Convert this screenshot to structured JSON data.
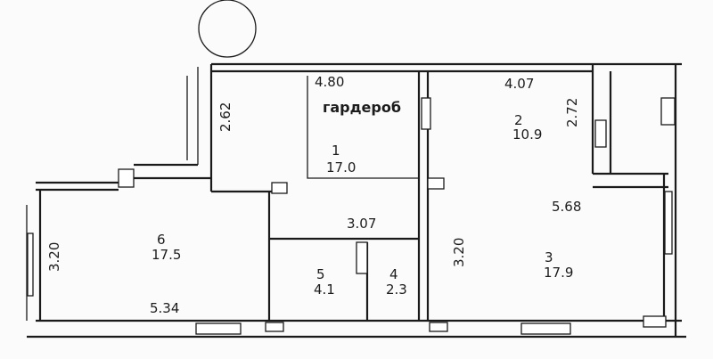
{
  "plan": {
    "title_label": "гардероб",
    "rooms": [
      {
        "number": "1",
        "area": "17.0"
      },
      {
        "number": "2",
        "area": "10.9"
      },
      {
        "number": "3",
        "area": "17.9"
      },
      {
        "number": "4",
        "area": "2.3"
      },
      {
        "number": "5",
        "area": "4.1"
      },
      {
        "number": "6",
        "area": "17.5"
      }
    ],
    "dimensions": {
      "d_480": "4.80",
      "d_407": "4.07",
      "d_262": "2.62",
      "d_272": "2.72",
      "d_568": "5.68",
      "d_307": "3.07",
      "d_320_left": "3.20",
      "d_320_mid": "3.20",
      "d_534": "5.34"
    }
  }
}
